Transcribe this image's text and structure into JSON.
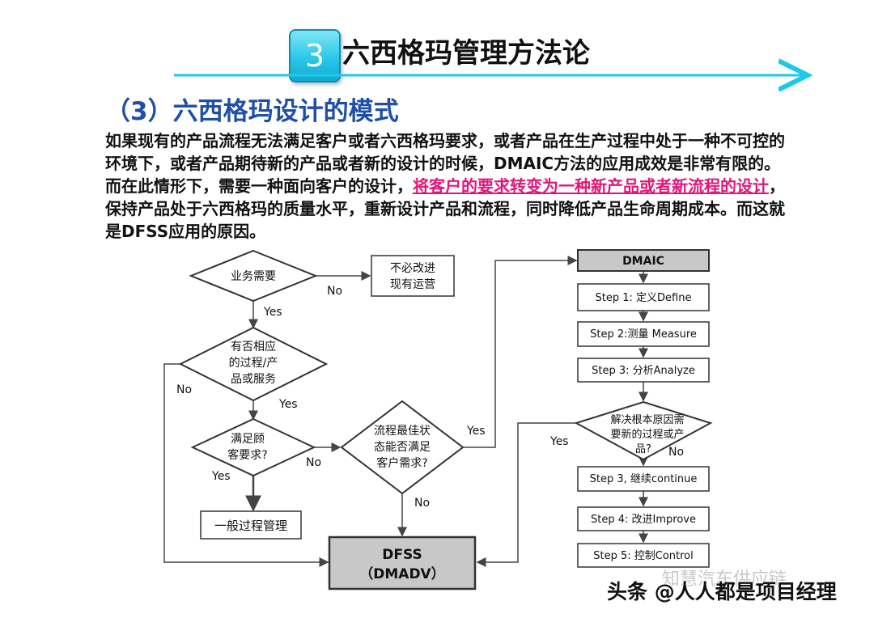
{
  "header": {
    "badge_number": "3",
    "section_title": "六西格玛管理方法论",
    "subtitle": "（3）六西格玛设计的模式"
  },
  "paragraph": {
    "part1": "如果现有的产品流程无法满足客户或者六西格玛要求，或者产品在生产过程中处于一种不可控的环境下，或者产品期待新的产品或者新的设计的时候，DMAIC方法的应用成效是非常有限的。而在此情形下，需要一种面向客户的设计，",
    "highlight": "将客户的要求转变为一种新产品或者新流程的设计",
    "part2": "，保持产品处于六西格玛的质量水平，重新设计产品和流程，同时降低产品生命周期成本。而这就是DFSS应用的原因。"
  },
  "flowchart": {
    "business_need": "业务需要",
    "no_change": [
      "不必改进",
      "现有运营"
    ],
    "has_process": [
      "有否相应",
      "的过程/产",
      "品或服务"
    ],
    "meets_customer": [
      "满足顾",
      "客要求?"
    ],
    "general_mgmt": "一般过程管理",
    "best_process": [
      "流程最佳状",
      "态能否满足",
      "客户需求?"
    ],
    "dfss": [
      "DFSS",
      "（DMADV）"
    ],
    "dmaic": "DMAIC",
    "steps": [
      "Step 1: 定义Define",
      "Step 2:测量 Measure",
      "Step 3: 分析Analyze"
    ],
    "root_cause": [
      "解决根本原因需",
      "要新的过程或产",
      "品?"
    ],
    "steps2": [
      "Step 3, 继续continue",
      "Step 4: 改进Improve",
      "Step 5: 控制Control"
    ],
    "labels": {
      "no1": "No",
      "yes1": "Yes",
      "no2": "No",
      "yes2": "Yes",
      "yes3": "Yes",
      "no3": "No",
      "no4": "No",
      "yes4": "Yes",
      "yes5": "Yes",
      "no5": "No"
    },
    "colors": {
      "gray_fill": "#c8c8c8",
      "accent_arrow": "#1ec8e8",
      "highlight": "#e0177a",
      "subtitle": "#1f4ea8"
    }
  },
  "watermark": {
    "faint": "知慧汽车供应链",
    "main": "头条 @人人都是项目经理"
  }
}
